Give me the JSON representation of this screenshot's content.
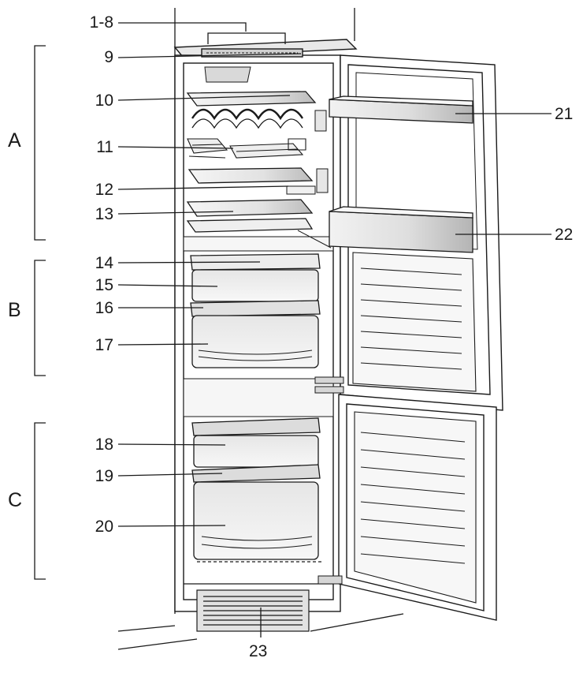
{
  "callouts": {
    "c1_8": "1-8",
    "c9": "9",
    "c10": "10",
    "c11": "11",
    "c12": "12",
    "c13": "13",
    "c14": "14",
    "c15": "15",
    "c16": "16",
    "c17": "17",
    "c18": "18",
    "c19": "19",
    "c20": "20",
    "c21": "21",
    "c22": "22",
    "c23": "23"
  },
  "groups": {
    "a": "A",
    "b": "B",
    "c": "C"
  },
  "colors": {
    "line": "#1a1a1a",
    "fridge_fill": "#ffffff",
    "shade": "#dcdcdc",
    "shade_dark": "#bdbdbd"
  }
}
